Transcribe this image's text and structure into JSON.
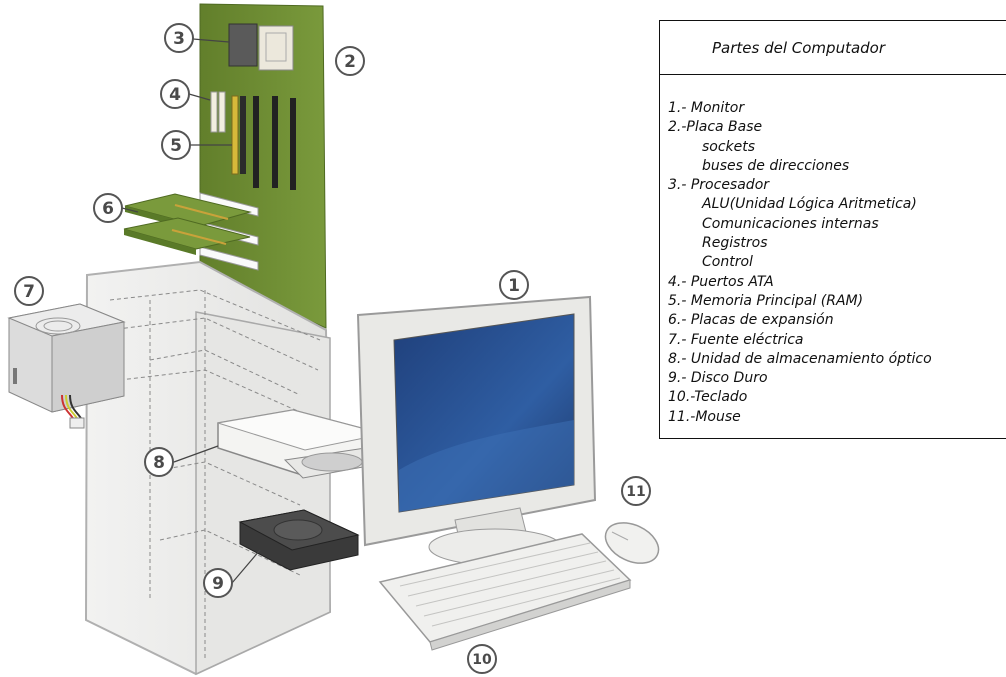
{
  "legend": {
    "title": "Partes del Computador",
    "items": [
      {
        "text": "1.- Monitor",
        "level": 0
      },
      {
        "text": "2.-Placa Base",
        "level": 0
      },
      {
        "text": "sockets",
        "level": 1
      },
      {
        "text": "buses de direcciones",
        "level": 1
      },
      {
        "text": "3.- Procesador",
        "level": 0
      },
      {
        "text": "ALU(Unidad Lógica Aritmetica)",
        "level": 1
      },
      {
        "text": "Comunicaciones internas",
        "level": 1
      },
      {
        "text": "Registros",
        "level": 1
      },
      {
        "text": "Control",
        "level": 1
      },
      {
        "text": "4.- Puertos ATA",
        "level": 0
      },
      {
        "text": "5.- Memoria Principal (RAM)",
        "level": 0
      },
      {
        "text": "6.- Placas de expansión",
        "level": 0
      },
      {
        "text": "7.- Fuente eléctrica",
        "level": 0
      },
      {
        "text": "8.- Unidad de almacenamiento óptico",
        "level": 0
      },
      {
        "text": "9.- Disco Duro",
        "level": 0
      },
      {
        "text": "10.-Teclado",
        "level": 0
      },
      {
        "text": "11.-Mouse",
        "level": 0
      }
    ]
  },
  "callouts": [
    "1",
    "2",
    "3",
    "4",
    "5",
    "6",
    "7",
    "8",
    "9",
    "10",
    "11"
  ],
  "colors": {
    "motherboard": "#6e8f32",
    "monitor_screen": "#2a4f8f",
    "case": "#ebebea",
    "outline": "#4a4a4a"
  }
}
